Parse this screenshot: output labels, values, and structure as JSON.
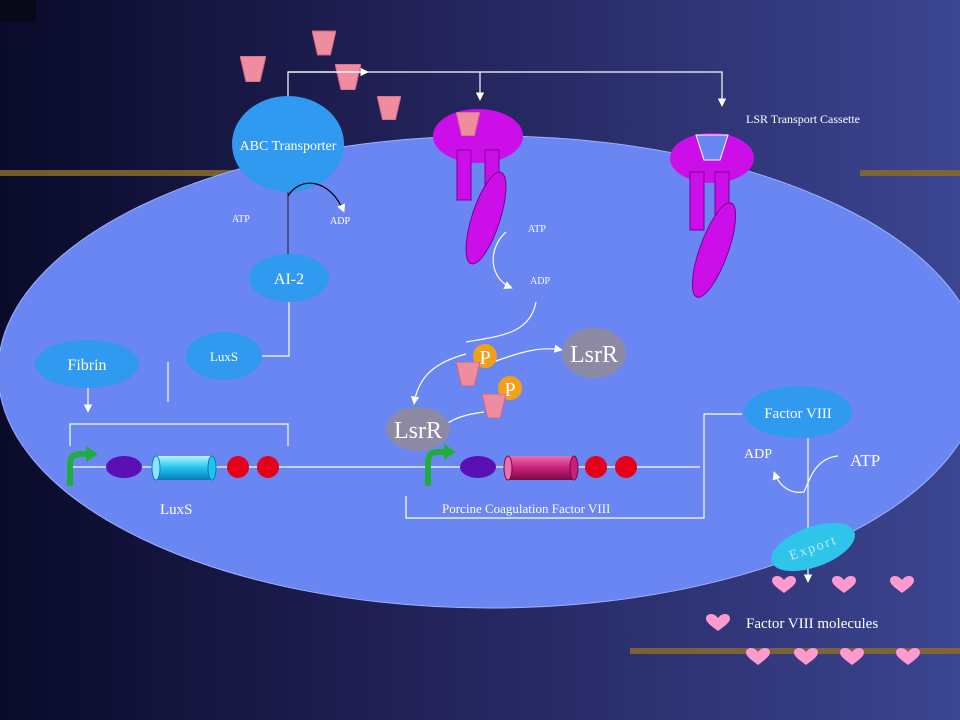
{
  "labels": {
    "abc_transporter": "ABC Transporter",
    "lsr_cassette": "LSR Transport  Cassette",
    "atp_left": "ATP",
    "adp_left": "ADP",
    "atp_mid": "ATP",
    "adp_mid": "ADP",
    "ai2": "AI-2",
    "luxs_enzyme": "LuxS",
    "fibrin": "Fibrin",
    "lsrr_top": "LsrR",
    "lsrr_bottom": "LsrR",
    "p_top": "P",
    "p_bottom": "P",
    "factor_viii": "Factor  VIII",
    "adp_right": "ADP",
    "atp_right": "ATP",
    "export": "Export",
    "luxs_gene": "LuxS",
    "porcine_gene": "Porcine Coagulation Factor VIII",
    "molecules": "Factor VIII molecules"
  },
  "colors": {
    "cell": "#6a86f2",
    "node_blue": "#2f9af0",
    "node_gray": "#8c8aa5",
    "transporter": "#cc0fe8",
    "signal": "#f08ca0",
    "heart": "#ff9ad0",
    "phosphate": "#f2a01a",
    "promoter": "#1fae3c",
    "rbs": "#5a10b4",
    "luxs_gene_color": "#1ec4f0",
    "fviii_gene_color": "#c8207a",
    "terminator": "#e6001a",
    "export_node": "#2fc4ea"
  },
  "icons": [
    "signal-molecule-icon",
    "phosphate-icon",
    "promoter-arrow-icon",
    "heart-molecule-icon"
  ]
}
